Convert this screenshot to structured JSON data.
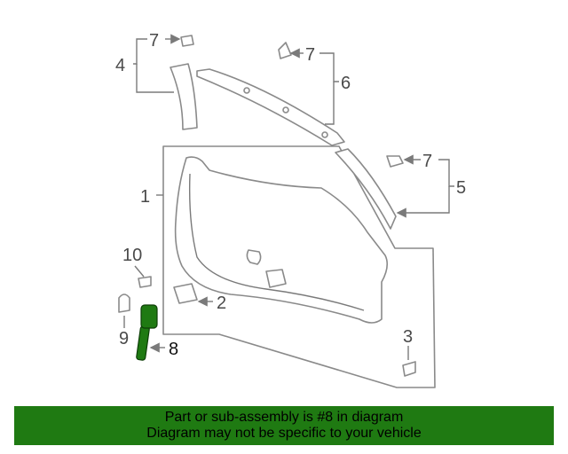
{
  "callouts": {
    "c1": "1",
    "c2": "2",
    "c3": "3",
    "c4": "4",
    "c5": "5",
    "c6": "6",
    "c7a": "7",
    "c7b": "7",
    "c7c": "7",
    "c8": "8",
    "c9": "9",
    "c10": "10"
  },
  "highlight_color": "#1f7a12",
  "banner": {
    "line1": "Part or sub-assembly is #8 in diagram",
    "line2": "Diagram may not be specific to your vehicle",
    "background": "#1f7a12"
  }
}
